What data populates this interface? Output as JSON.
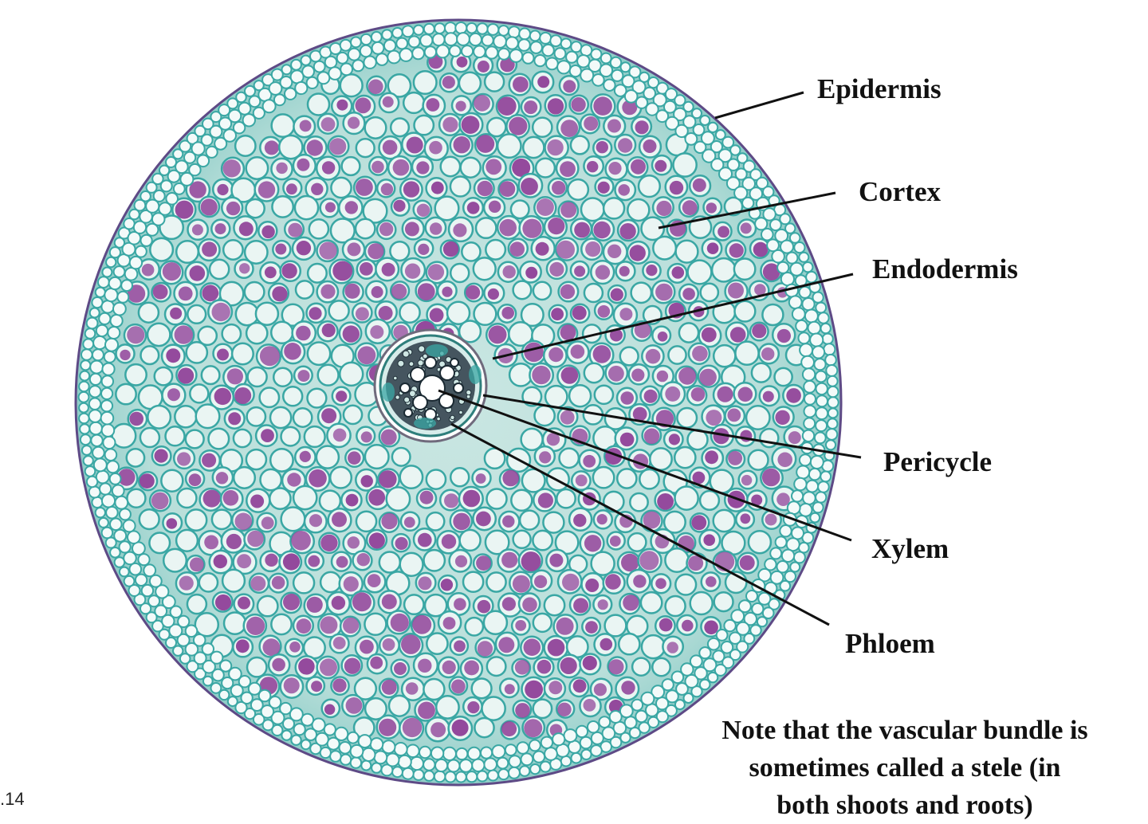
{
  "labels": {
    "epidermis": "Epidermis",
    "cortex": "Cortex",
    "endodermis": "Endodermis",
    "pericycle": "Pericycle",
    "xylem": "Xylem",
    "phloem": "Phloem"
  },
  "note": {
    "line1": "Note that the vascular bundle is",
    "line2": "sometimes called a stele (in",
    "line3": "both shoots and roots)"
  },
  "figure_number": ".14",
  "colors": {
    "cell_wall_teal": "#3aa7a4",
    "cell_interior": "#eaf5f3",
    "starch_purple": "#8e3f97",
    "leader_line": "#111111"
  }
}
